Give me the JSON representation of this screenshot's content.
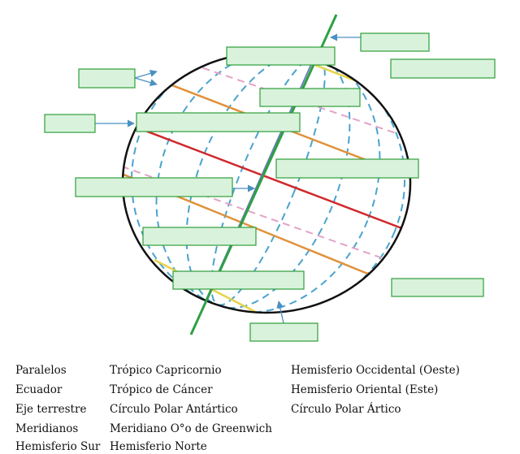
{
  "answer_boxes": [
    {
      "id": "box-1",
      "value": ""
    },
    {
      "id": "box-2",
      "value": ""
    },
    {
      "id": "box-3",
      "value": ""
    },
    {
      "id": "box-4",
      "value": ""
    },
    {
      "id": "box-5",
      "value": ""
    },
    {
      "id": "box-6",
      "value": ""
    },
    {
      "id": "box-7",
      "value": ""
    },
    {
      "id": "box-8",
      "value": ""
    },
    {
      "id": "box-9",
      "value": ""
    },
    {
      "id": "box-10",
      "value": ""
    },
    {
      "id": "box-11",
      "value": ""
    },
    {
      "id": "box-12",
      "value": ""
    },
    {
      "id": "box-13",
      "value": ""
    },
    {
      "id": "box-14",
      "value": ""
    }
  ],
  "word_bank": {
    "col1": [
      "Paralelos",
      "Ecuador",
      "Eje terrestre",
      "Meridianos",
      "Hemisferio Sur"
    ],
    "col2": [
      "Trópico Capricornio",
      "Trópico de Cáncer",
      "Círculo Polar Antártico",
      "Meridiano O°o de Greenwich",
      "Hemisferio Norte"
    ],
    "col3": [
      "Hemisferio Occidental (Oeste)",
      "Hemisferio Oriental (Este)",
      "Círculo Polar Ártico"
    ]
  },
  "colors": {
    "globe_outline": "#111111",
    "axis": "#2ea043",
    "greenwich_meridian": "#6a7fb5",
    "equator": "#d0282c",
    "tropics": "#e0913a",
    "polar_circles": "#e6d44a",
    "meridians_parallels": "#4aa3cf",
    "dashed_parallels": "#e3a3c8",
    "box_fill": "#d9f2dc",
    "box_border": "#2e9e3a",
    "pointer": "#4a90c2"
  }
}
